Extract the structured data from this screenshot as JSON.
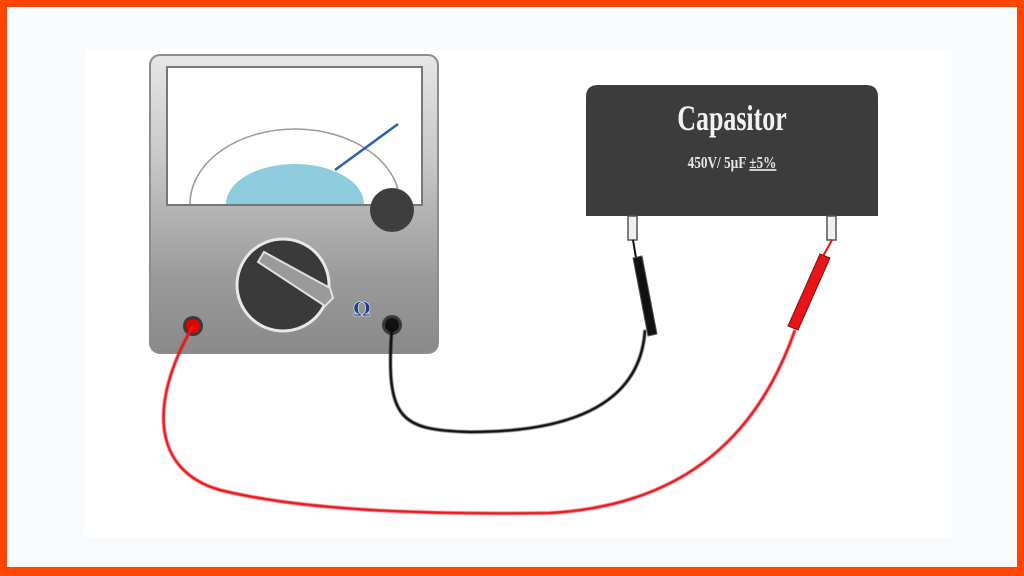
{
  "diagram": {
    "type": "capacitor-test-with-analog-multimeter",
    "border_color": "#ff4500",
    "capacitor": {
      "label": "Capasitor",
      "rating": "450V/ 5µF ",
      "tolerance": "±5%",
      "body_color": "#3c3c3c",
      "text_color": "#f2f2f2"
    },
    "multimeter": {
      "mode_symbol": "Ω",
      "mode_symbol_color": "#1a3e8c",
      "dial_arc_color": "#8ecbdc",
      "needle_color": "#2b5fb0",
      "ports": [
        {
          "name": "positive-port",
          "color": "#e60000"
        },
        {
          "name": "common-port",
          "color": "#111111"
        }
      ]
    },
    "leads": [
      {
        "name": "red-lead",
        "color": "#e8141a",
        "from": "positive-port",
        "to": "right-capacitor-terminal"
      },
      {
        "name": "black-lead",
        "color": "#111111",
        "from": "common-port",
        "to": "left-capacitor-terminal"
      }
    ]
  }
}
